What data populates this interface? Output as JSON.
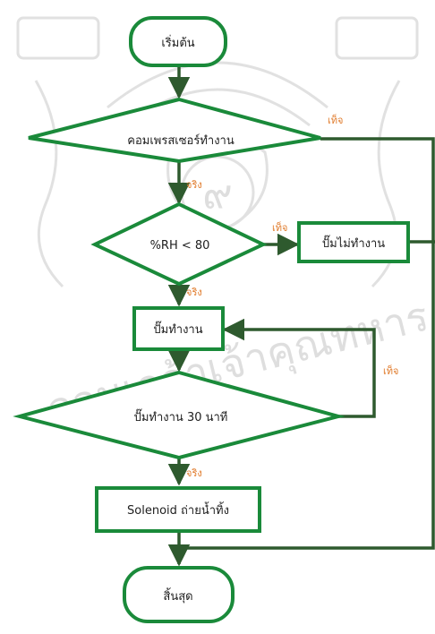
{
  "flowchart": {
    "nodes": {
      "start": "เริ่มต้น",
      "compressor": "คอมเพรสเซอร์ทำงาน",
      "rh": "%RH < 80",
      "pump_off": "ปั๊มไม่ทำงาน",
      "pump_on": "ปั๊มทำงาน",
      "pump_30": "ปั๊มทำงาน 30 นาที",
      "solenoid": "Solenoid ถ่ายน้ำทิ้ง",
      "end": "สิ้นสุด"
    },
    "branch_labels": {
      "compressor_yes": "จริง",
      "compressor_no": "เท็จ",
      "rh_yes": "จริง",
      "rh_no": "เท็จ",
      "pump30_yes": "จริง",
      "pump30_no": "เท็จ"
    }
  },
  "watermark": {
    "text": "จอมเกล้าเจ้าคุณทหาร",
    "seal_number": "๙"
  },
  "colors": {
    "node_stroke": "#1a8a3a",
    "arrow": "#2e5a2e",
    "branch_label": "#e07a2a",
    "watermark": "#d9d9d9"
  }
}
